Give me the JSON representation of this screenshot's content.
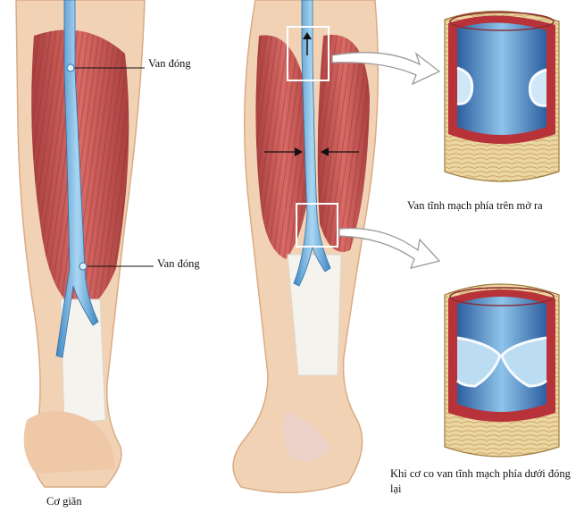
{
  "labels": {
    "valve_closed_top": "Van đóng",
    "valve_closed_bottom": "Van đóng",
    "muscle_relaxed": "Cơ giãn",
    "upper_valve_open": "Van tĩnh mạch phía trên mở ra",
    "lower_valve_closed": "Khi cơ co van tĩnh mạch phía dưới đóng lại"
  },
  "colors": {
    "skin": "#f2d2b4",
    "muscle": "#c85a57",
    "vein": "#6fb1dc",
    "tendon": "#f4f3ee",
    "vessel_wall": "#b8323a",
    "vessel_lumen": "#4f86c6",
    "fibrous_layer": "#e7cf98"
  }
}
